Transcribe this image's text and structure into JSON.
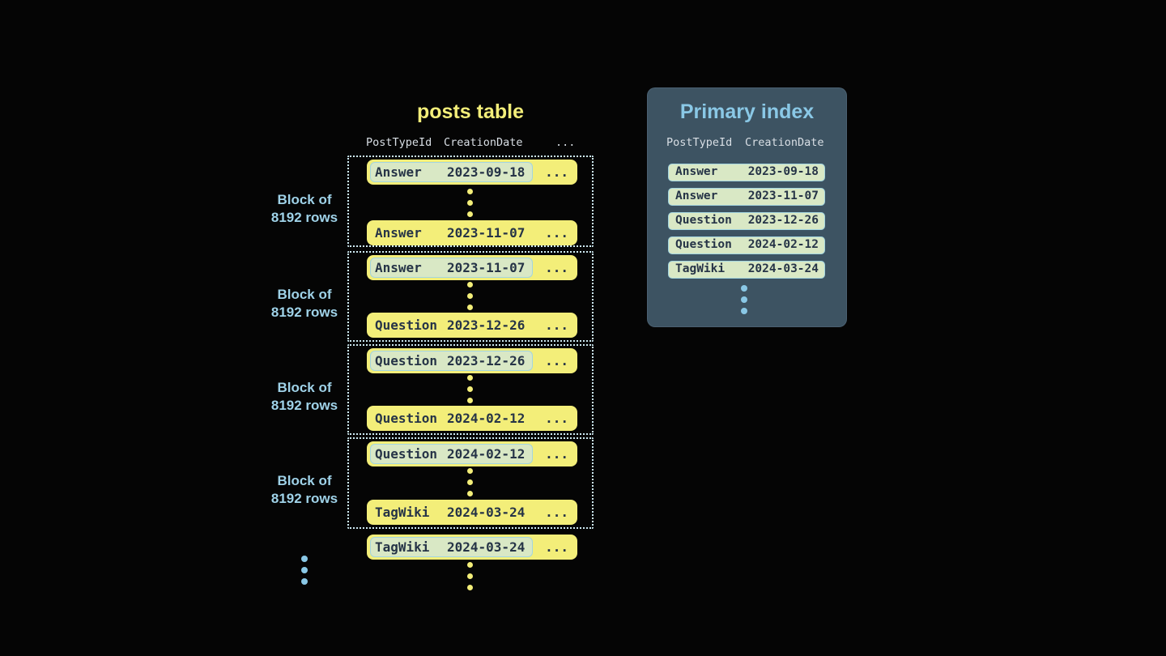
{
  "posts_table": {
    "title": "posts table",
    "columns": {
      "post_type": "PostTypeId",
      "creation_date": "CreationDate",
      "more": "..."
    },
    "blocks": [
      {
        "label": {
          "line1": "Block of",
          "line2": "8192 rows"
        },
        "first_row": {
          "post_type": "Answer",
          "creation_date": "2023-09-18",
          "more": "..."
        },
        "last_row": {
          "post_type": "Answer",
          "creation_date": "2023-11-07",
          "more": "..."
        }
      },
      {
        "label": {
          "line1": "Block of",
          "line2": "8192 rows"
        },
        "first_row": {
          "post_type": "Answer",
          "creation_date": "2023-11-07",
          "more": "..."
        },
        "last_row": {
          "post_type": "Question",
          "creation_date": "2023-12-26",
          "more": "..."
        }
      },
      {
        "label": {
          "line1": "Block of",
          "line2": "8192 rows"
        },
        "first_row": {
          "post_type": "Question",
          "creation_date": "2023-12-26",
          "more": "..."
        },
        "last_row": {
          "post_type": "Question",
          "creation_date": "2024-02-12",
          "more": "..."
        }
      },
      {
        "label": {
          "line1": "Block of",
          "line2": "8192 rows"
        },
        "first_row": {
          "post_type": "Question",
          "creation_date": "2024-02-12",
          "more": "..."
        },
        "last_row": {
          "post_type": "TagWiki",
          "creation_date": "2024-03-24",
          "more": "..."
        }
      }
    ],
    "next_block_first_row": {
      "post_type": "TagWiki",
      "creation_date": "2024-03-24",
      "more": "..."
    }
  },
  "primary_index": {
    "title": "Primary index",
    "columns": {
      "post_type": "PostTypeId",
      "creation_date": "CreationDate"
    },
    "rows": [
      {
        "post_type": "Answer",
        "creation_date": "2023-09-18"
      },
      {
        "post_type": "Answer",
        "creation_date": "2023-11-07"
      },
      {
        "post_type": "Question",
        "creation_date": "2023-12-26"
      },
      {
        "post_type": "Question",
        "creation_date": "2024-02-12"
      },
      {
        "post_type": "TagWiki",
        "creation_date": "2024-03-24"
      }
    ]
  },
  "colors": {
    "background": "#050505",
    "row_yellow": "#f3ee79",
    "highlight_mint": "#d9e8c5",
    "highlight_border": "#a3d5e0",
    "dark_text": "#263447",
    "panel_background": "#3d5362",
    "accent_blue": "#8ac8e6",
    "label_blue": "#9fd2e8",
    "header_gray": "#d9dfe5",
    "dotted_border": "#cde9f2"
  }
}
